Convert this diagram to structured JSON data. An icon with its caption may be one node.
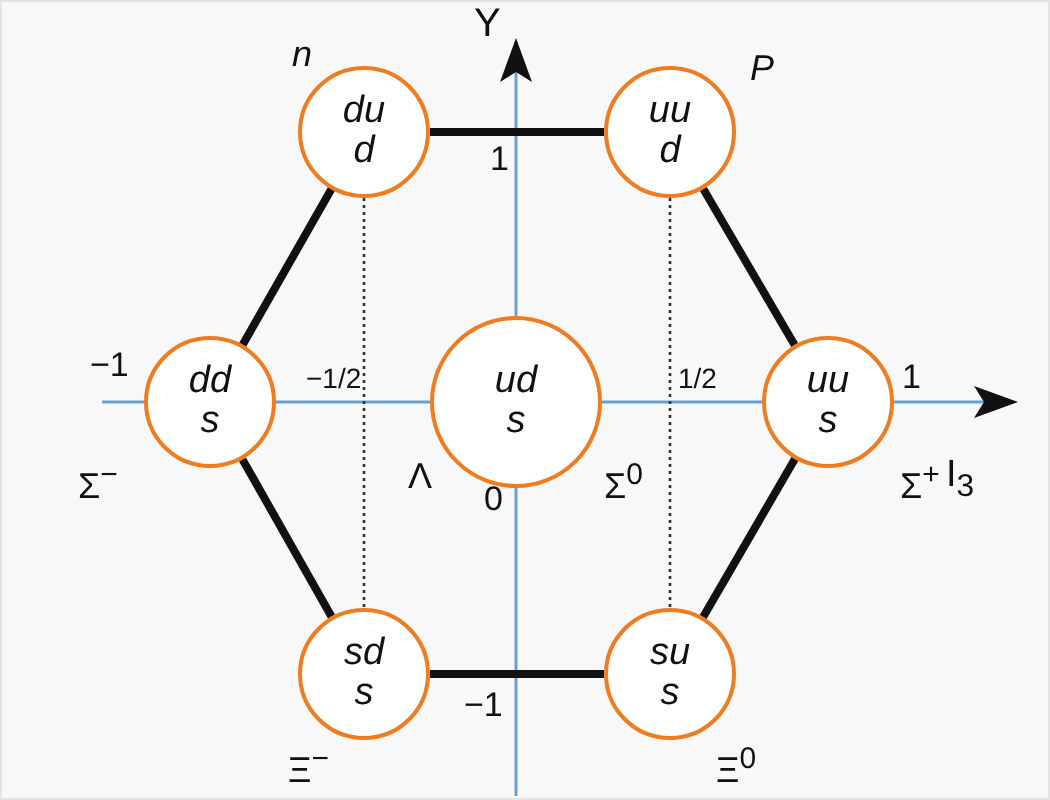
{
  "diagram": {
    "nodes": [
      {
        "text": [
          "du d"
        ],
        "beside": [
          "n"
        ]
      },
      {
        "text": [
          "uu d"
        ],
        "beside": [
          "P"
        ]
      },
      {
        "text": [
          "dd s"
        ],
        "beside": [
          "Σ$^{−}$"
        ]
      },
      {
        "text": [
          "ud s"
        ],
        "beside": [
          "Λ",
          "Σ$^{0}$"
        ]
      },
      {
        "text": [
          "uu s"
        ],
        "beside": [
          "Σ$^{+}$"
        ]
      },
      {
        "text": [
          "sd s"
        ],
        "beside": [
          "Ξ$^{−}$"
        ]
      },
      {
        "text": [
          "su s"
        ],
        "beside": [
          "Ξ$^{0}$"
        ]
      }
    ],
    "edges": [
      {
        "from": 0,
        "to": 1,
        "arrow": "none"
      },
      {
        "from": 1,
        "to": 4,
        "arrow": "none"
      },
      {
        "from": 4,
        "to": 6,
        "arrow": "none"
      },
      {
        "from": 6,
        "to": 5,
        "arrow": "none"
      },
      {
        "from": 5,
        "to": 2,
        "arrow": "none"
      },
      {
        "from": 2,
        "to": 0,
        "arrow": "none"
      },
      {
        "from": 0,
        "to": 5,
        "arrow": "none",
        "style": "dashed"
      },
      {
        "from": 1,
        "to": 6,
        "arrow": "none",
        "style": "dashed"
      }
    ],
    "labels": [
      "Y",
      "1",
      "−1",
      "−1/2",
      "1/2",
      "1",
      "I$_{3}$",
      "0",
      "−1"
    ]
  }
}
